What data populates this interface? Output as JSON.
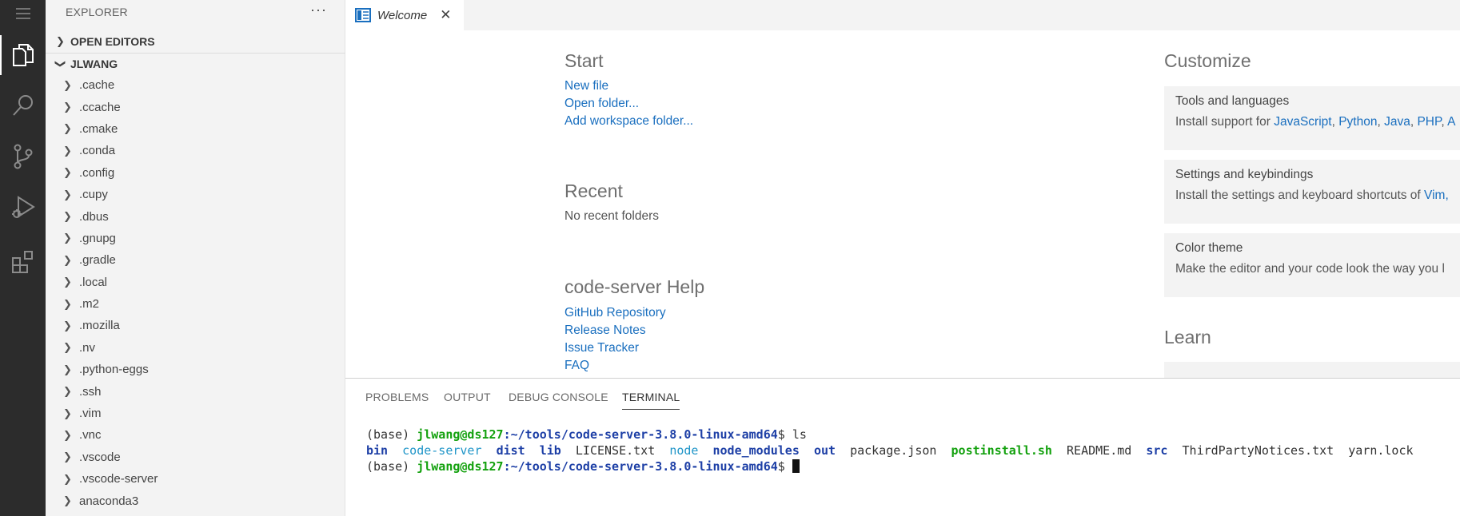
{
  "activity_bar": {
    "items": [
      {
        "icon": "menu-icon"
      },
      {
        "icon": "files-icon",
        "active": true
      },
      {
        "icon": "search-icon"
      },
      {
        "icon": "source-control-icon"
      },
      {
        "icon": "run-debug-icon"
      },
      {
        "icon": "extensions-icon"
      }
    ]
  },
  "sidebar": {
    "title": "EXPLORER",
    "more": "···",
    "open_editors": "OPEN EDITORS",
    "folder": "JLWANG",
    "items": [
      ".cache",
      ".ccache",
      ".cmake",
      ".conda",
      ".config",
      ".cupy",
      ".dbus",
      ".gnupg",
      ".gradle",
      ".local",
      ".m2",
      ".mozilla",
      ".nv",
      ".python-eggs",
      ".ssh",
      ".vim",
      ".vnc",
      ".vscode",
      ".vscode-server",
      "anaconda3"
    ]
  },
  "editor": {
    "tab": {
      "label": "Welcome",
      "close": "✕"
    }
  },
  "welcome": {
    "start": {
      "heading": "Start",
      "links": [
        "New file",
        "Open folder...",
        "Add workspace folder..."
      ]
    },
    "recent": {
      "heading": "Recent",
      "empty": "No recent folders"
    },
    "help": {
      "heading": "code-server Help",
      "links": [
        "GitHub Repository",
        "Release Notes",
        "Issue Tracker",
        "FAQ"
      ]
    },
    "customize": {
      "heading": "Customize",
      "cards": [
        {
          "title": "Tools and languages",
          "desc": "Install support for ",
          "links": [
            "JavaScript",
            "Python",
            "Java",
            "PHP",
            "A"
          ]
        },
        {
          "title": "Settings and keybindings",
          "desc": "Install the settings and keyboard shortcuts of ",
          "links": [
            "Vim,"
          ]
        },
        {
          "title": "Color theme",
          "desc": "Make the editor and your code look the way you l",
          "links": []
        }
      ]
    },
    "learn": {
      "heading": "Learn"
    }
  },
  "panel": {
    "tabs": [
      "PROBLEMS",
      "OUTPUT",
      "DEBUG CONSOLE",
      "TERMINAL"
    ],
    "active_tab": "TERMINAL",
    "terminal": {
      "prefix": "(base) ",
      "user_host": "jlwang@ds127",
      "path": ":~/tools/code-server-3.8.0-linux-amd64",
      "prompt_end": "$ ",
      "command": "ls",
      "ls_output": [
        {
          "name": "bin",
          "kind": "dir"
        },
        {
          "name": "code-server",
          "kind": "link"
        },
        {
          "name": "dist",
          "kind": "dir"
        },
        {
          "name": "lib",
          "kind": "dir"
        },
        {
          "name": "LICENSE.txt",
          "kind": "file"
        },
        {
          "name": "node",
          "kind": "link"
        },
        {
          "name": "node_modules",
          "kind": "dir"
        },
        {
          "name": "out",
          "kind": "dir"
        },
        {
          "name": "package.json",
          "kind": "file"
        },
        {
          "name": "postinstall.sh",
          "kind": "exec"
        },
        {
          "name": "README.md",
          "kind": "file"
        },
        {
          "name": "src",
          "kind": "dir"
        },
        {
          "name": "ThirdPartyNotices.txt",
          "kind": "file"
        },
        {
          "name": "yarn.lock",
          "kind": "file"
        }
      ]
    }
  },
  "colors": {
    "activity_bg": "#2c2c2c",
    "sidebar_bg": "#f3f3f3",
    "link": "#1a6fbf",
    "term_green": "#13a10e",
    "term_blue": "#1d3fa6",
    "term_cyan": "#1f95c8"
  }
}
